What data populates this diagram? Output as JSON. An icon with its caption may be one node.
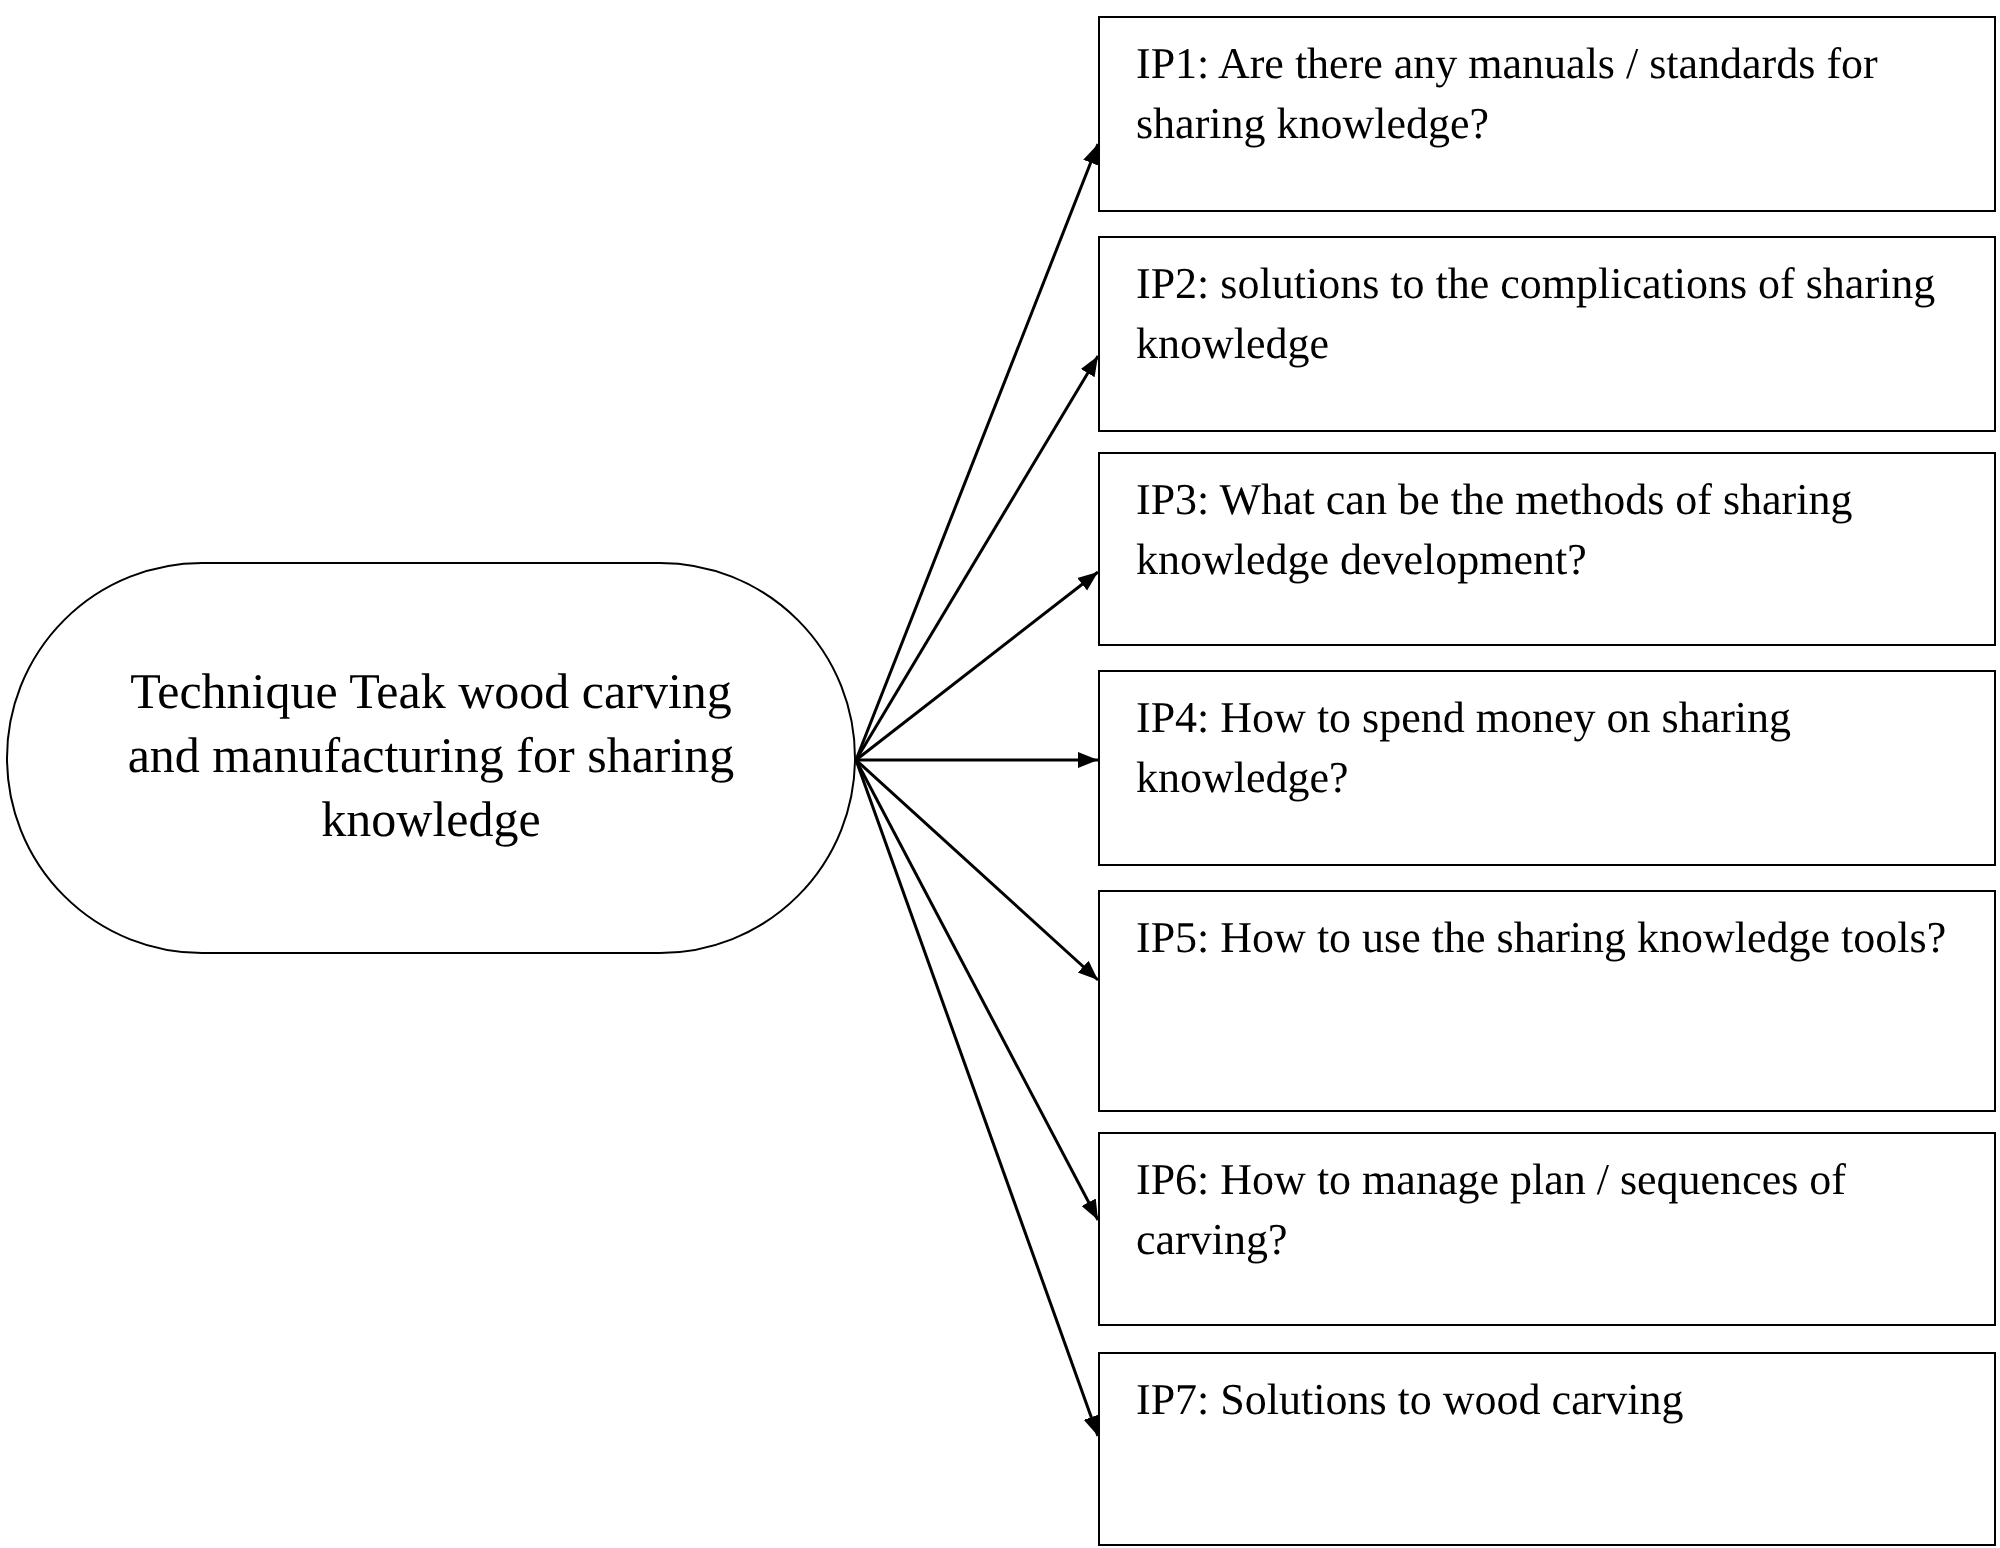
{
  "diagram": {
    "nodes": [
      {
        "text": [
          "Technique Teak wood carving and manufacturing for sharing knowledge"
        ]
      },
      {
        "text": [
          "IP1: Are there any manuals / standards for sharing knowledge?"
        ]
      },
      {
        "text": [
          "IP2: solutions to the complications of sharing knowledge"
        ]
      },
      {
        "text": [
          "IP3: What can be the methods of sharing knowledge development?"
        ]
      },
      {
        "text": [
          "IP4: How to spend money on sharing knowledge?"
        ]
      },
      {
        "text": [
          "IP5: How to use the sharing knowledge tools?"
        ]
      },
      {
        "text": [
          "IP6: How to manage plan / sequences of carving?"
        ]
      },
      {
        "text": [
          "IP7: Solutions to wood carving"
        ]
      }
    ],
    "edges": [
      {
        "from": 0,
        "to": 1,
        "arrow": "to"
      },
      {
        "from": 0,
        "to": 2,
        "arrow": "to"
      },
      {
        "from": 0,
        "to": 3,
        "arrow": "to"
      },
      {
        "from": 0,
        "to": 4,
        "arrow": "to"
      },
      {
        "from": 0,
        "to": 5,
        "arrow": "to"
      },
      {
        "from": 0,
        "to": 6,
        "arrow": "to"
      },
      {
        "from": 0,
        "to": 7,
        "arrow": "to"
      }
    ]
  }
}
